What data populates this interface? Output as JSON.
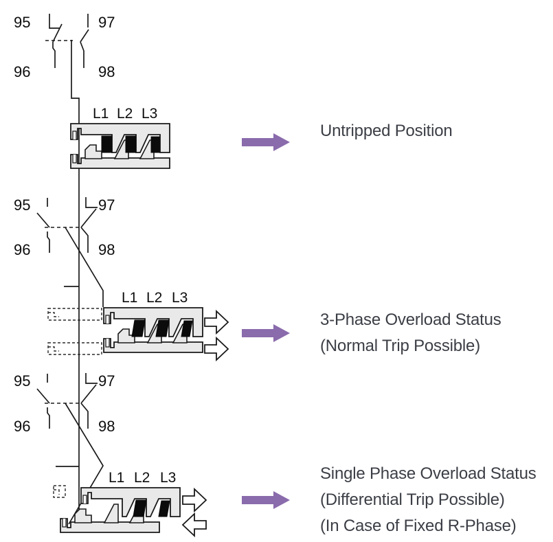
{
  "colors": {
    "accent_purple": "#8a6bac",
    "caption_text": "#3b3e45",
    "line": "#1a1a1a",
    "slider_fill": "#e9e9e9",
    "bimetal": "#0b0b0b"
  },
  "sections": [
    {
      "id": "untripped",
      "contacts": {
        "nc_top": "95",
        "nc_bottom": "96",
        "no_top": "97",
        "no_bottom": "98"
      },
      "phases": [
        "L1",
        "L2",
        "L3"
      ],
      "caption_lines": [
        "Untripped Position"
      ]
    },
    {
      "id": "three-phase-overload",
      "contacts": {
        "nc_top": "95",
        "nc_bottom": "96",
        "no_top": "97",
        "no_bottom": "98"
      },
      "phases": [
        "L1",
        "L2",
        "L3"
      ],
      "caption_lines": [
        "3-Phase Overload Status",
        "(Normal Trip Possible)"
      ]
    },
    {
      "id": "single-phase-overload",
      "contacts": {
        "nc_top": "95",
        "nc_bottom": "96",
        "no_top": "97",
        "no_bottom": "98"
      },
      "phases": [
        "L1",
        "L2",
        "L3"
      ],
      "caption_lines": [
        "Single Phase Overload Status",
        "(Differential Trip Possible)",
        "(In Case of Fixed R-Phase)"
      ]
    }
  ]
}
